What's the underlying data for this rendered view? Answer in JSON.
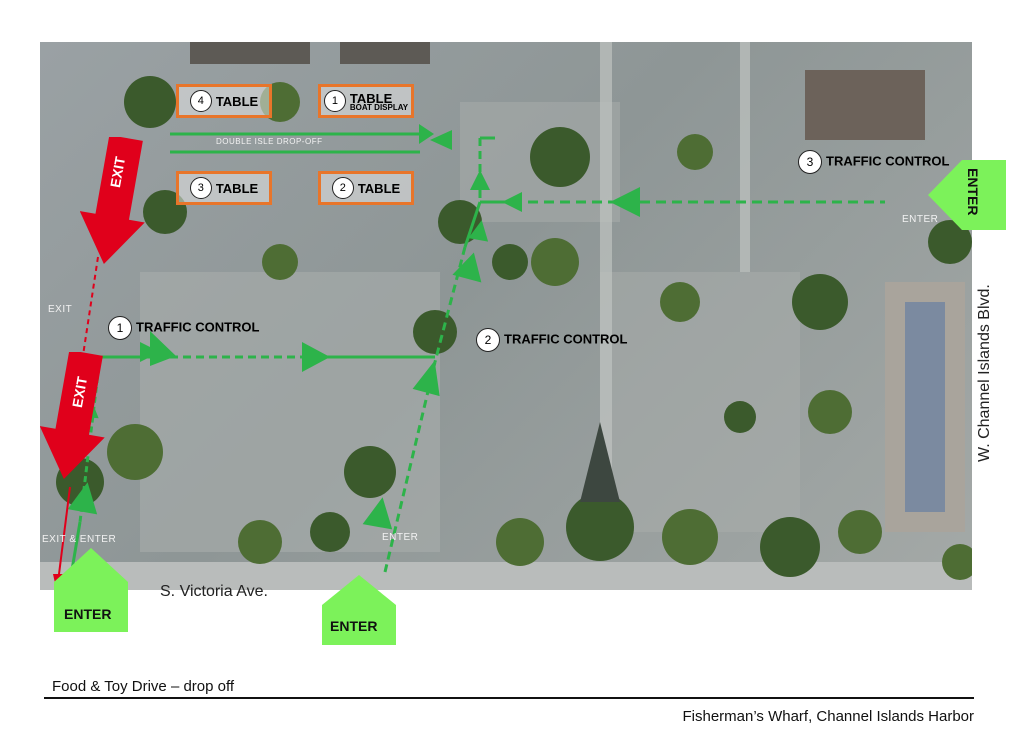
{
  "tables": [
    {
      "num": "4",
      "label": "TABLE",
      "sub": ""
    },
    {
      "num": "1",
      "label": "TABLE",
      "sub": "BOAT DISPLAY"
    },
    {
      "num": "3",
      "label": "TABLE",
      "sub": ""
    },
    {
      "num": "2",
      "label": "TABLE",
      "sub": ""
    }
  ],
  "traffic_control": [
    {
      "num": "1",
      "label": "TRAFFIC CONTROL"
    },
    {
      "num": "2",
      "label": "TRAFFIC CONTROL"
    },
    {
      "num": "3",
      "label": "TRAFFIC CONTROL"
    }
  ],
  "exit_labels": [
    "EXIT",
    "EXIT"
  ],
  "enter_labels": [
    "ENTER",
    "ENTER",
    "ENTER"
  ],
  "map_text": {
    "double_isle": "DOUBLE ISLE DROP-OFF",
    "exit_small": "EXIT",
    "exit_enter": "EXIT & ENTER",
    "enter_mid": "ENTER",
    "enter_right": "ENTER"
  },
  "streets": {
    "south": "S. Victoria Ave.",
    "west": "W. Channel Islands Blvd."
  },
  "footer": {
    "title": "Food & Toy Drive – drop off",
    "location": "Fisherman’s Wharf, Channel Islands Harbor"
  },
  "colors": {
    "entry_route": "#2db34a",
    "exit_route": "#e0001b",
    "table_border": "#e8752a",
    "enter_badge": "#7cf25a"
  }
}
